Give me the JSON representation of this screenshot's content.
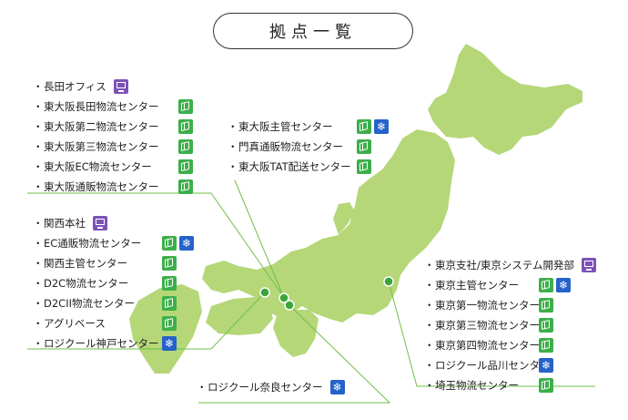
{
  "title": "拠点一覧",
  "colors": {
    "land": "#b5d778",
    "coast": "#ffffff",
    "leader": "#6fbf4a",
    "marker": "#3aa53a",
    "warehouse_icon": "#3daf4a",
    "freezer_icon": "#2563c9",
    "office_icon": "#7c52b8"
  },
  "groups": {
    "nagata": [
      {
        "label": "長田オフィス",
        "icons": [
          "office-icon"
        ]
      },
      {
        "label": "東大阪長田物流センター",
        "icons": [
          "warehouse-icon"
        ]
      },
      {
        "label": "東大阪第二物流センター",
        "icons": [
          "warehouse-icon"
        ]
      },
      {
        "label": "東大阪第三物流センター",
        "icons": [
          "warehouse-icon"
        ]
      },
      {
        "label": "東大阪EC物流センター",
        "icons": [
          "warehouse-icon"
        ]
      },
      {
        "label": "東大阪通販物流センター",
        "icons": [
          "warehouse-icon"
        ]
      }
    ],
    "higashiosaka": [
      {
        "label": "東大阪主管センター",
        "icons": [
          "warehouse-icon",
          "snowflake-icon"
        ]
      },
      {
        "label": "門真通販物流センター",
        "icons": [
          "warehouse-icon"
        ]
      },
      {
        "label": "東大阪TAT配送センター",
        "icons": [
          "warehouse-icon"
        ]
      }
    ],
    "kansai": [
      {
        "label": "関西本社",
        "icons": [
          "office-icon"
        ]
      },
      {
        "label": "EC通販物流センター",
        "icons": [
          "warehouse-icon",
          "snowflake-icon"
        ]
      },
      {
        "label": "関西主管センター",
        "icons": [
          "warehouse-icon"
        ]
      },
      {
        "label": "D2C物流センター",
        "icons": [
          "warehouse-icon"
        ]
      },
      {
        "label": "D2CII物流センター",
        "icons": [
          "warehouse-icon"
        ]
      },
      {
        "label": "アグリベース",
        "icons": [
          "warehouse-icon"
        ]
      },
      {
        "label": "ロジクール神戸センター",
        "icons": [
          "snowflake-icon"
        ]
      }
    ],
    "nara": [
      {
        "label": "ロジクール奈良センター",
        "icons": [
          "snowflake-icon"
        ]
      }
    ],
    "tokyo": [
      {
        "label": "東京支社/東京システム開発部",
        "icons": [
          "office-icon"
        ]
      },
      {
        "label": "東京主管センター",
        "icons": [
          "warehouse-icon",
          "snowflake-icon"
        ]
      },
      {
        "label": "東京第一物流センター",
        "icons": [
          "warehouse-icon"
        ]
      },
      {
        "label": "東京第三物流センター",
        "icons": [
          "warehouse-icon"
        ]
      },
      {
        "label": "東京第四物流センター",
        "icons": [
          "warehouse-icon"
        ]
      },
      {
        "label": "ロジクール品川センター",
        "icons": [
          "snowflake-icon"
        ]
      },
      {
        "label": "埼玉物流センター",
        "icons": [
          "warehouse-icon"
        ]
      }
    ]
  }
}
